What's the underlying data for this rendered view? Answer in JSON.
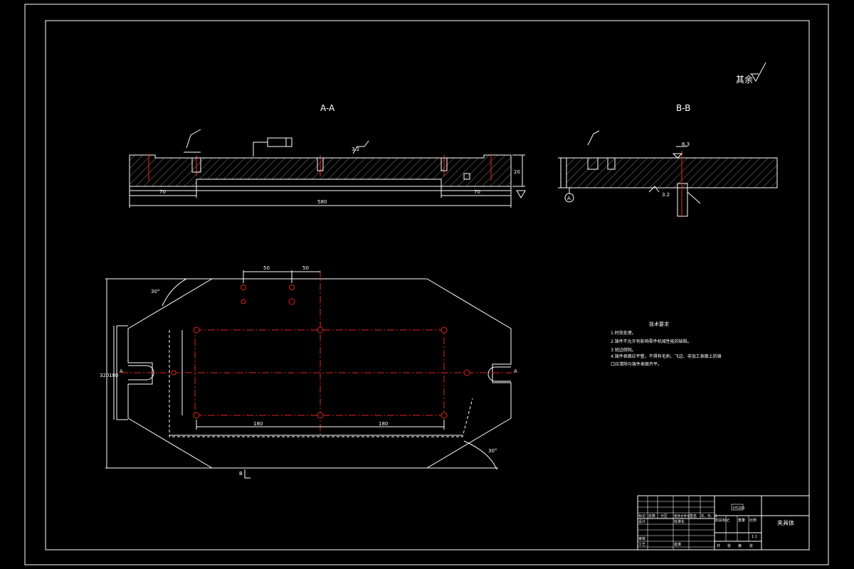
{
  "colors": {
    "background": "#000000",
    "line": "#ffffff",
    "centerline": "#e2231a"
  },
  "roughness_note": "其余",
  "section_aa": {
    "label": "A-A",
    "dim_70_left": "70",
    "dim_70_right": "70",
    "dim_total": "580",
    "dim_height": "20",
    "roughness": "3.2"
  },
  "section_bb": {
    "label": "B-B",
    "roughness_top": "6.3",
    "roughness_bottom": "3.2",
    "datum": "A"
  },
  "plan_view": {
    "dim_top_1": "50",
    "dim_top_2": "50",
    "dim_bottom_1": "180",
    "dim_bottom_2": "180",
    "dim_height_outer": "320",
    "dim_height_inner": "180",
    "angle_top": "30°",
    "angle_bottom": "30°",
    "section_mark_left": "A",
    "section_mark_right": "A",
    "section_mark_bottom": "B"
  },
  "tech_requirements": {
    "title": "技术要求",
    "items": [
      "1.时效处理。",
      "2.铸件不允许有影响零件机械性能的缺陷。",
      "3.锐边倒钝。",
      "4.铸件表面应平整，不得有毛刺、飞边、非加工表面上的铸",
      "口应清除与铸件表面齐平。"
    ]
  },
  "title_block": {
    "part_name": "夹具体",
    "drawing_code": "HT200",
    "labels": [
      "标记",
      "处数",
      "分区",
      "更改文件号",
      "签名",
      "年、月、日",
      "设计",
      "标准化",
      "审核",
      "工艺",
      "批准",
      "阶段标记",
      "重量",
      "比例",
      "共",
      "张",
      "第",
      "张"
    ],
    "scale": "1:1"
  }
}
